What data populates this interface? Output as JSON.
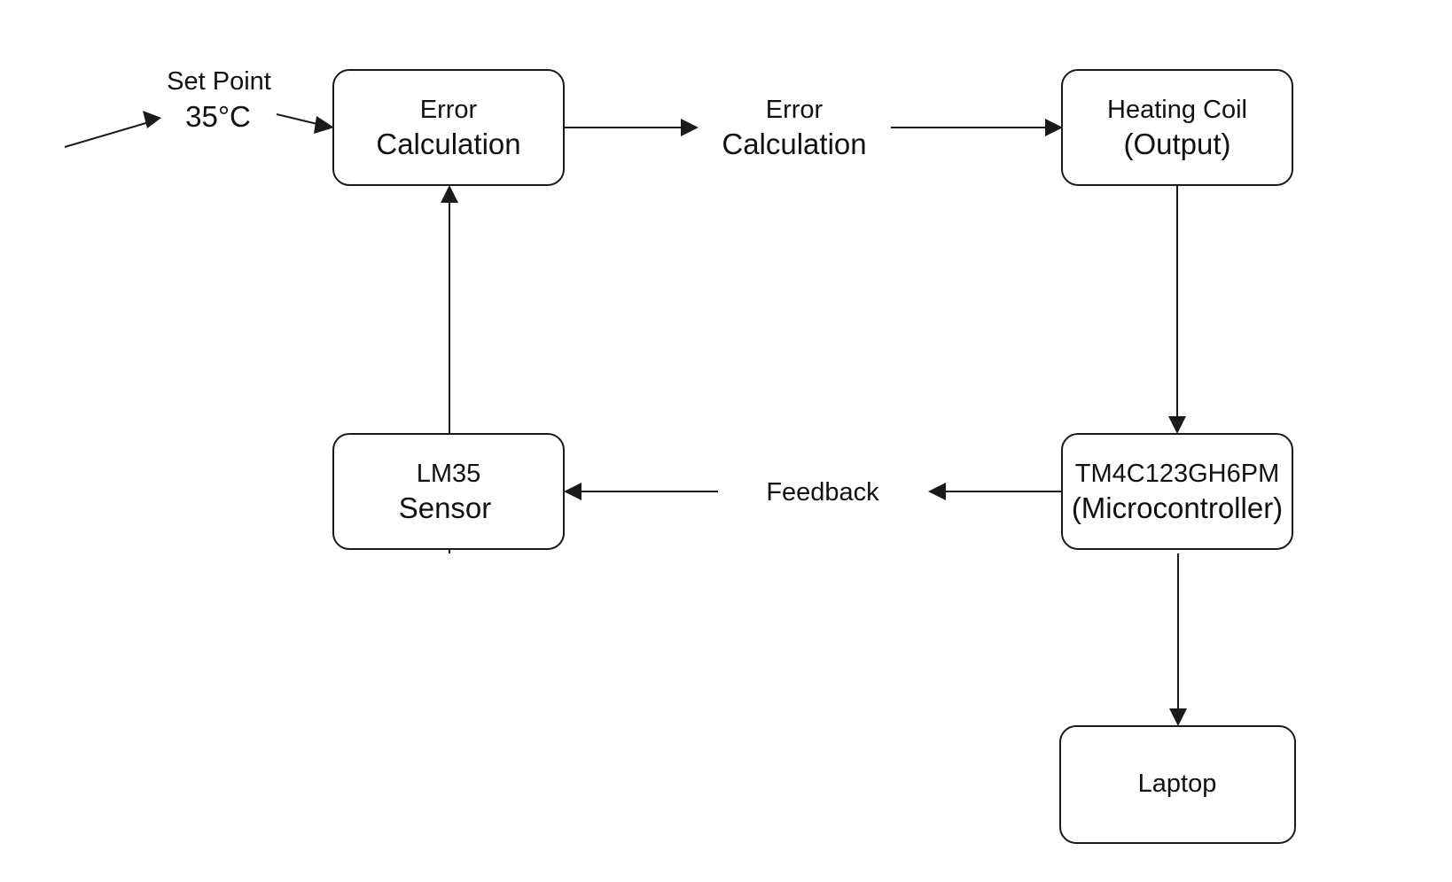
{
  "diagram": {
    "nodes": {
      "error_calc": {
        "line1": "Error",
        "line2": "Calculation"
      },
      "heating_coil": {
        "line1": "Heating Coil",
        "line2": "(Output)"
      },
      "mcu": {
        "line1": "TM4C123GH6PM",
        "line2": "(Microcontroller)"
      },
      "sensor": {
        "line1": "LM35",
        "line2": "Sensor"
      },
      "laptop": {
        "line1": "Laptop"
      }
    },
    "labels": {
      "set_point": {
        "line1": "Set Point",
        "line2": "35°C"
      },
      "error_signal": {
        "line1": "Error",
        "line2": "Calculation"
      },
      "feedback": {
        "line1": "Feedback"
      }
    },
    "edges": [
      {
        "from": "set_point",
        "to": "error_calc"
      },
      {
        "from": "error_calc",
        "to": "error_signal"
      },
      {
        "from": "error_signal",
        "to": "heating_coil"
      },
      {
        "from": "heating_coil",
        "to": "mcu"
      },
      {
        "from": "mcu",
        "to": "feedback"
      },
      {
        "from": "feedback",
        "to": "sensor"
      },
      {
        "from": "sensor",
        "to": "error_calc"
      },
      {
        "from": "mcu",
        "to": "laptop"
      }
    ]
  }
}
